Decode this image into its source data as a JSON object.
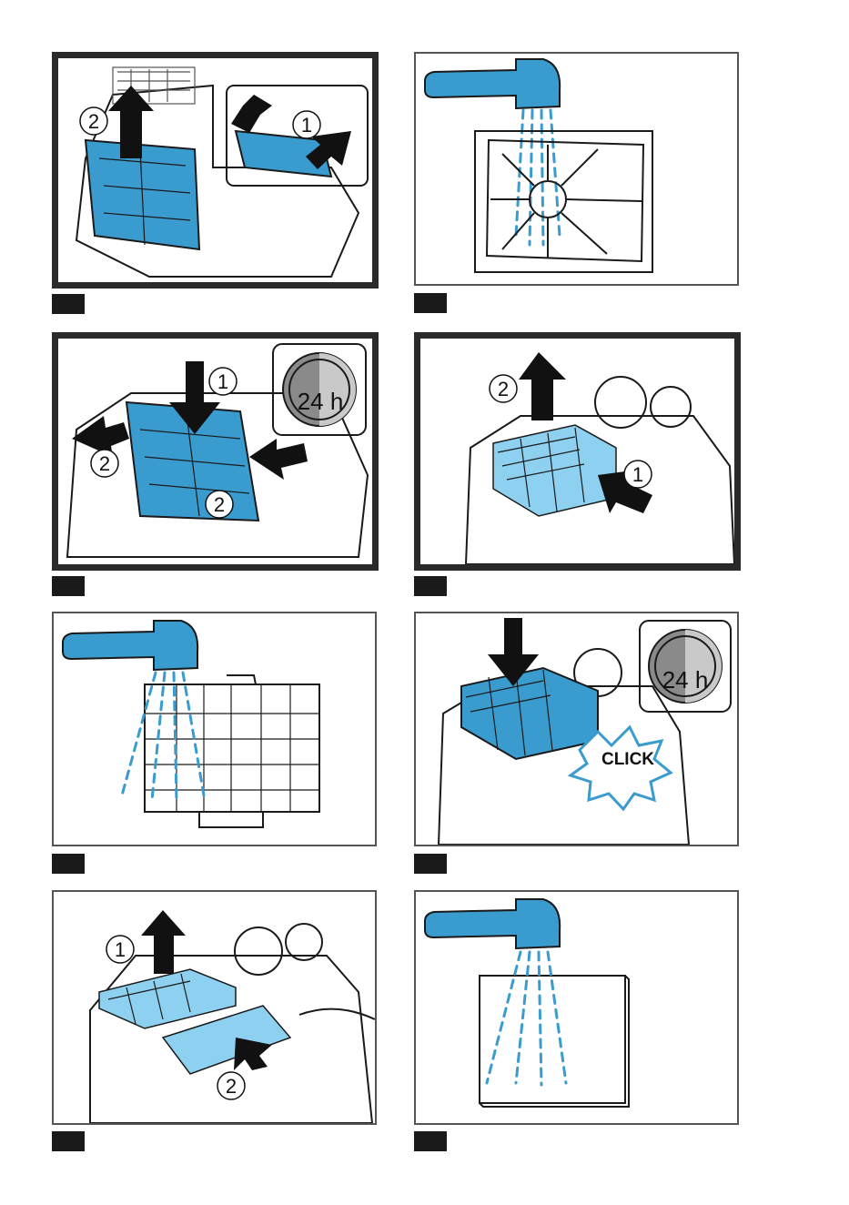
{
  "callouts": {
    "one": "1",
    "two": "2"
  },
  "badge": {
    "text": "24 h",
    "icon": "moon-sun-timer-icon"
  },
  "click_label": "CLICK",
  "colors": {
    "accent": "#3a9bcf",
    "frame": "#555555",
    "tab": "#1a1a1a"
  }
}
